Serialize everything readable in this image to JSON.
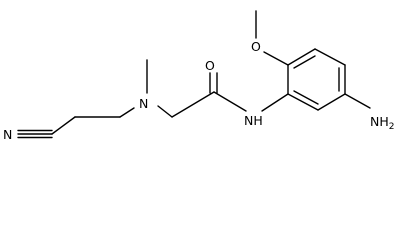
{
  "structure": {
    "atoms": {
      "nitrile_n": "N",
      "amine_n": "N",
      "carbonyl_o": "O",
      "amide_n": "NH",
      "methoxy_o": "O",
      "amino_n": "NH",
      "amino_sub": "2"
    }
  }
}
